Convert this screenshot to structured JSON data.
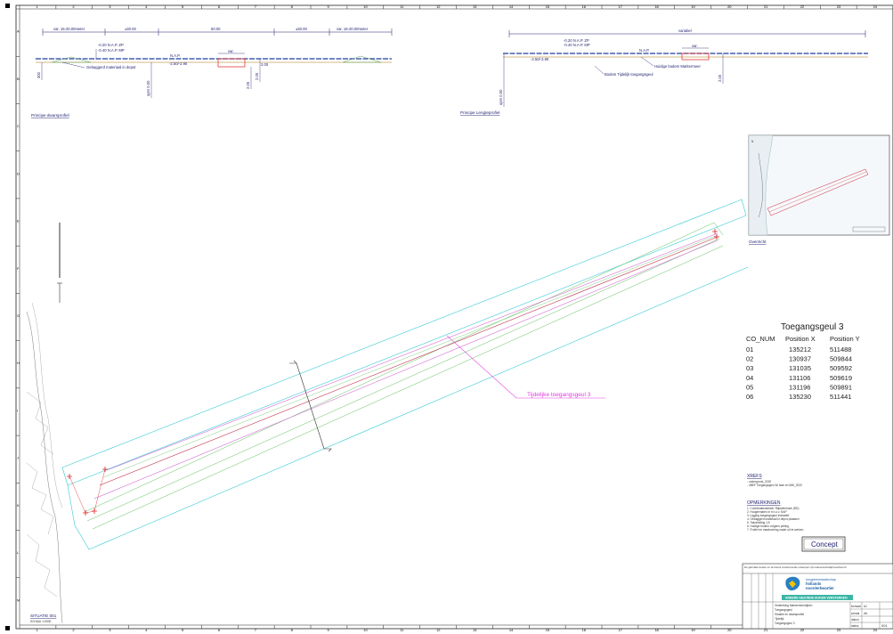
{
  "sheet": {
    "sections": {
      "cross_section": "Principe dwarsprofiel",
      "long_section": "Principe Lengteprofiel",
      "overview": "Overzicht",
      "situation": "SITUATIE 001"
    },
    "situation_scale": "SCHAAL 1:5000",
    "channel_label": "Tijdelijke toegangsgeul 3",
    "cross_profile": {
      "dims": [
        "var. 15-20.00meter",
        "±30.00",
        "50.00",
        "±30.00",
        "var. 15-20.00meter"
      ],
      "levels": [
        "-0.20 N.A.P. ZP",
        "-0.40 N.A.P. MP"
      ],
      "nap": "N.A.P.",
      "var": "var.",
      "note_bottom": "Gebaggerd materiaal in depot",
      "bottom_level": "-2.50/-2.90",
      "aux": [
        "300",
        "2.00",
        "opm 0.00",
        "2.00",
        "2.00"
      ]
    },
    "long_profile": {
      "dim": "variabel",
      "levels": [
        "-0.20 N.A.P. ZP",
        "-0.40 N.A.P. MP"
      ],
      "nap": "N.A.P.",
      "var": "var.",
      "depth": "-2.50/-2.90",
      "notes": [
        "Huidige bodem Markermeer",
        "Bodem Tijdelijk toegangsgeul"
      ],
      "aux": [
        "opm 0.00",
        "2.00"
      ]
    },
    "coord_table": {
      "title": "Toegangsgeul 3",
      "headers": [
        "CO_NUM",
        "Position X",
        "Position Y"
      ],
      "rows": [
        [
          "01",
          "135212",
          "511488"
        ],
        [
          "02",
          "130937",
          "509844"
        ],
        [
          "03",
          "131035",
          "509592"
        ],
        [
          "04",
          "131106",
          "509619"
        ],
        [
          "05",
          "131196",
          "509891"
        ],
        [
          "06",
          "135230",
          "511441"
        ]
      ]
    },
    "xrefs": {
      "title": "XREFS",
      "lines": [
        "- ondergrond_2020",
        "- 4BEF Toegangsgeul 3e fase en MW_2020"
      ]
    },
    "remarks": {
      "title": "OPMERKINGEN",
      "lines": [
        "1. Coördinatenstelsel: Rijksdriehoek (RD)",
        "2. Hoogtematen in m t.o.v. NAP",
        "3. Ligging toegangsgeul indicatief",
        "4. Gebaggerd materiaal in depot plaatsen",
        "5. Taludhelling 1:5",
        "6. Huidige bodem volgens peiling",
        "7. Profiel en maatvoering nader uit te werken"
      ]
    },
    "stamp": "Concept",
    "titleblock": {
      "header": "De gebruikte doelen en de hieruit voortkomende ontwerpen zijn auteursrechtelijk beschermd.",
      "org1": "hoogheemraadschap",
      "org2": "hollands",
      "org3": "noorderkwartier",
      "banner": "ANDERS GEZONDE DIJKEN VERSTERKEN",
      "project_lines": [
        "Versterking Markermeerdijken",
        "Toegangsgeul",
        "Situatie en dwarsprofiel",
        "Tijdelijk"
      ],
      "doc": "Toegangsgeul 3",
      "sheet_no": "001",
      "fields": [
        "formaat",
        "A1",
        "schaal",
        "div.",
        "datum",
        "status"
      ]
    },
    "ruler_top": [
      "1",
      "2",
      "3",
      "4",
      "5",
      "6",
      "7",
      "8",
      "9",
      "10",
      "11",
      "12",
      "13",
      "14",
      "15",
      "16",
      "17",
      "18",
      "19",
      "20",
      "21",
      "22",
      "23",
      "24"
    ],
    "ruler_left": [
      "A",
      "B",
      "C",
      "D",
      "E",
      "F",
      "G",
      "H",
      "I",
      "J",
      "K",
      "L",
      "M"
    ]
  }
}
